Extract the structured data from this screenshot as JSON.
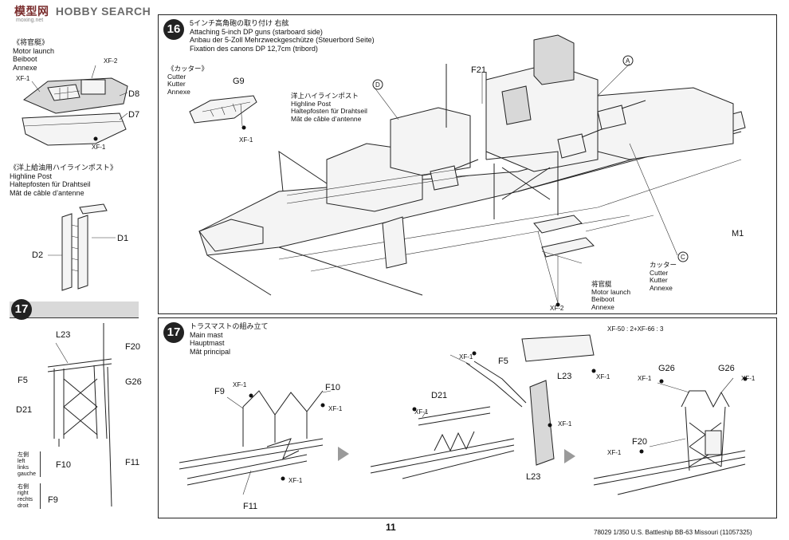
{
  "watermark": {
    "text": "HOBBY SEARCH",
    "cn_chars": "模型网",
    "site": "moxing.net"
  },
  "left_column": {
    "motor_launch": {
      "title_jp": "《将官艇》",
      "title_en": "Motor launch",
      "title_de": "Beiboot",
      "title_fr": "Annexe",
      "parts": {
        "xf2": "XF-2",
        "xf1_top": "XF-1",
        "xf1_bottom": "XF-1",
        "d8": "D8",
        "d7": "D7"
      }
    },
    "highline_post": {
      "title_jp": "《洋上給油用ハイラインポスト》",
      "title_en": "Highline Post",
      "title_de": "Haltepfosten für Drahtseil",
      "title_fr": "Mât de câble d’antenne",
      "parts": {
        "d1": "D1",
        "d2": "D2"
      }
    },
    "step17_small": {
      "number": "17",
      "parts": {
        "l23": "L23",
        "f20": "F20",
        "f5": "F5",
        "g26": "G26",
        "d21": "D21",
        "f10": "F10",
        "f11": "F11",
        "f9": "F9"
      },
      "left_side": [
        "左側",
        "left",
        "links",
        "gauche"
      ],
      "right_side": [
        "右側",
        "right",
        "rechts",
        "droit"
      ]
    }
  },
  "step16": {
    "number": "16",
    "title_jp": "5インチ高角砲の取り付け 右舷",
    "title_en": "Attaching 5-inch DP guns (starboard side)",
    "title_de": "Anbau der 5-Zoll Mehrzweckgeschütze (Steuerbord Seite)",
    "title_fr": "Fixation des canons DP 12,7cm (tribord)",
    "cutter": {
      "jp": "《カッター》",
      "en": "Cutter",
      "de": "Kutter",
      "fr": "Annexe",
      "part": "G9",
      "paint": "XF-1"
    },
    "highline": {
      "jp": "洋上ハイラインポスト",
      "en": "Highline Post",
      "de": "Haltepfosten für Drahtseil",
      "fr": "Mât de câble d’antenne"
    },
    "callouts": {
      "a": "A",
      "d": "D",
      "c": "C",
      "f21": "F21",
      "m1": "M1"
    },
    "cutter_label": [
      "カッター",
      "Cutter",
      "Kutter",
      "Annexe"
    ],
    "launch_label": [
      "将官艇",
      "Motor launch",
      "Beiboot",
      "Annexe"
    ],
    "paint_xf2": "XF-2"
  },
  "step17": {
    "number": "17",
    "title_jp": "トラスマストの組み立て",
    "title_en": "Main mast",
    "title_de": "Hauptmast",
    "title_fr": "Mât principal",
    "stage1": {
      "f9": "F9",
      "f10": "F10",
      "f11": "F11",
      "xf1_a": "XF-1",
      "xf1_b": "XF-1",
      "xf1_c": "XF-1"
    },
    "stage2": {
      "f5": "F5",
      "d21": "D21",
      "l23": "L23",
      "xf1_a": "XF-1",
      "xf1_b": "XF-1",
      "xf1_c": "XF-1",
      "mix": "XF-50 : 2+XF-66 : 3",
      "xf1_d": "XF-1"
    },
    "stage3": {
      "g26_a": "G26",
      "g26_b": "G26",
      "f20": "F20",
      "xf1_a": "XF-1",
      "xf1_b": "XF-1",
      "xf1_c": "XF-1"
    }
  },
  "footer": {
    "page": "11",
    "product": "78029  1/350 U.S. Battleship BB-63 Missouri (11057325)"
  }
}
